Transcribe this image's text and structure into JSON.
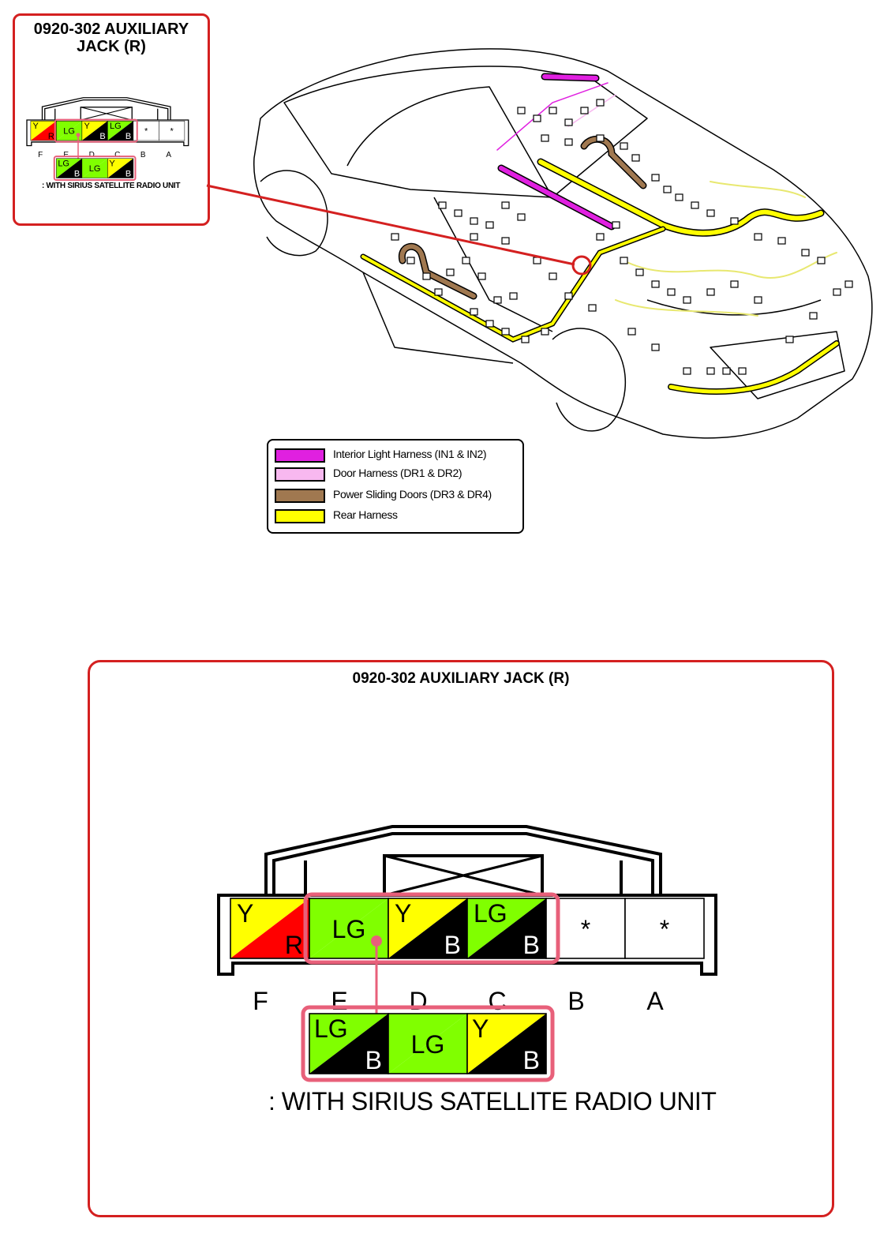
{
  "inset_panel": {
    "title_line1": "0920-302 AUXILIARY",
    "title_line2": "JACK (R)",
    "note": ": WITH SIRIUS SATELLITE RADIO UNIT",
    "border_color": "#d42020"
  },
  "detail_panel": {
    "title": "0920-302 AUXILIARY JACK (R)",
    "note": ": WITH SIRIUS SATELLITE RADIO UNIT",
    "border_color": "#d42020"
  },
  "connector": {
    "pin_letters": [
      "F",
      "E",
      "D",
      "C",
      "B",
      "A"
    ],
    "main_row": [
      {
        "pin": "F",
        "top": "Y",
        "bottom": "R",
        "top_color": "#ffff00",
        "bottom_color": "#ff0000"
      },
      {
        "pin": "E",
        "top": "LG",
        "bottom": "",
        "top_color": "#80ff00",
        "bottom_color": "#80ff00"
      },
      {
        "pin": "D",
        "top": "Y",
        "bottom": "B",
        "top_color": "#ffff00",
        "bottom_color": "#000000"
      },
      {
        "pin": "C",
        "top": "LG",
        "bottom": "B",
        "top_color": "#80ff00",
        "bottom_color": "#000000"
      },
      {
        "pin": "B",
        "top": "*",
        "bottom": "",
        "top_color": "#ffffff",
        "bottom_color": "#ffffff"
      },
      {
        "pin": "A",
        "top": "*",
        "bottom": "",
        "top_color": "#ffffff",
        "bottom_color": "#ffffff"
      }
    ],
    "alt_row": [
      {
        "top": "LG",
        "bottom": "B",
        "top_color": "#80ff00",
        "bottom_color": "#000000"
      },
      {
        "top": "LG",
        "bottom": "",
        "top_color": "#80ff00",
        "bottom_color": "#80ff00"
      },
      {
        "top": "Y",
        "bottom": "B",
        "top_color": "#ffff00",
        "bottom_color": "#000000"
      }
    ],
    "highlight_color": "#e8607a"
  },
  "legend": {
    "items": [
      {
        "label": "Interior Light Harness (IN1 & IN2)",
        "color": "#e020e0"
      },
      {
        "label": "Door Harness (DR1 & DR2)",
        "color": "#f8b8f0"
      },
      {
        "label": "Power Sliding Doors (DR3 & DR4)",
        "color": "#a07850"
      },
      {
        "label": "Rear Harness",
        "color": "#ffff00"
      }
    ]
  },
  "icons": [
    "car-wiring-illustration",
    "locator-circle-icon",
    "callout-line"
  ]
}
